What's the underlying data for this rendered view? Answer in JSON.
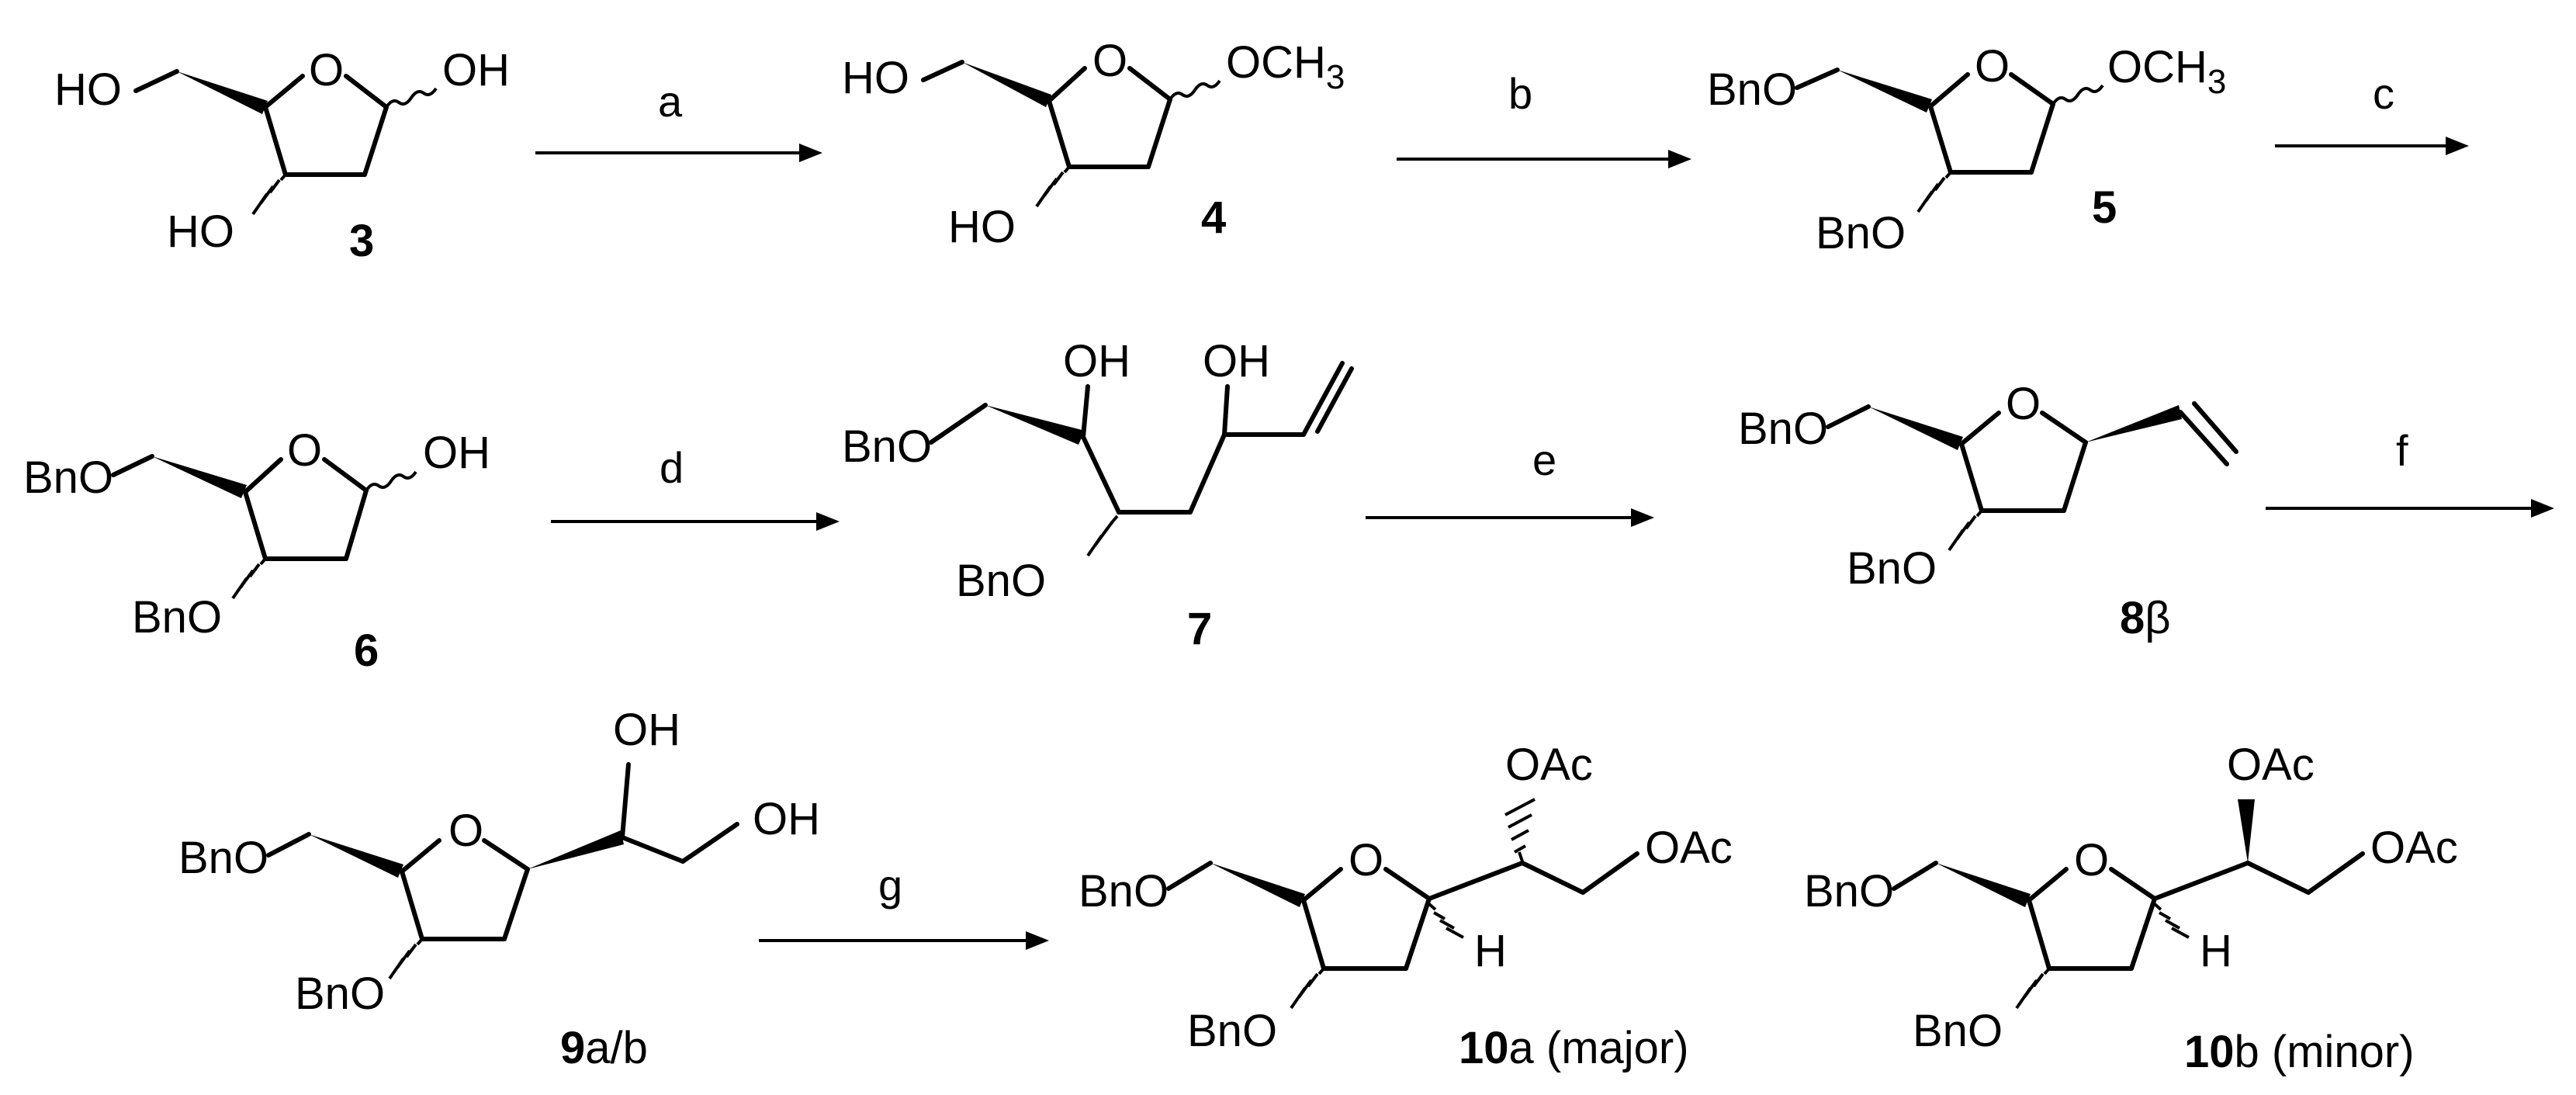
{
  "compounds": {
    "c3": {
      "number": "3",
      "suffix": ""
    },
    "c4": {
      "number": "4",
      "suffix": ""
    },
    "c5": {
      "number": "5",
      "suffix": ""
    },
    "c6": {
      "number": "6",
      "suffix": ""
    },
    "c7": {
      "number": "7",
      "suffix": ""
    },
    "c8": {
      "number": "8",
      "suffix": "β"
    },
    "c9": {
      "number": "9",
      "suffix": "a/b"
    },
    "c10a": {
      "number": "10",
      "suffix": "a (major)"
    },
    "c10b": {
      "number": "10",
      "suffix": "b (minor)"
    }
  },
  "reagents": {
    "a": "a",
    "b": "b",
    "c": "c",
    "d": "d",
    "e": "e",
    "f": "f",
    "g": "g"
  },
  "groups": {
    "OH": "OH",
    "HO": "HO",
    "BnO": "BnO",
    "OCH3_main": "OCH",
    "OCH3_sub": "3",
    "OAc": "OAc",
    "O": "O",
    "H": "H"
  }
}
